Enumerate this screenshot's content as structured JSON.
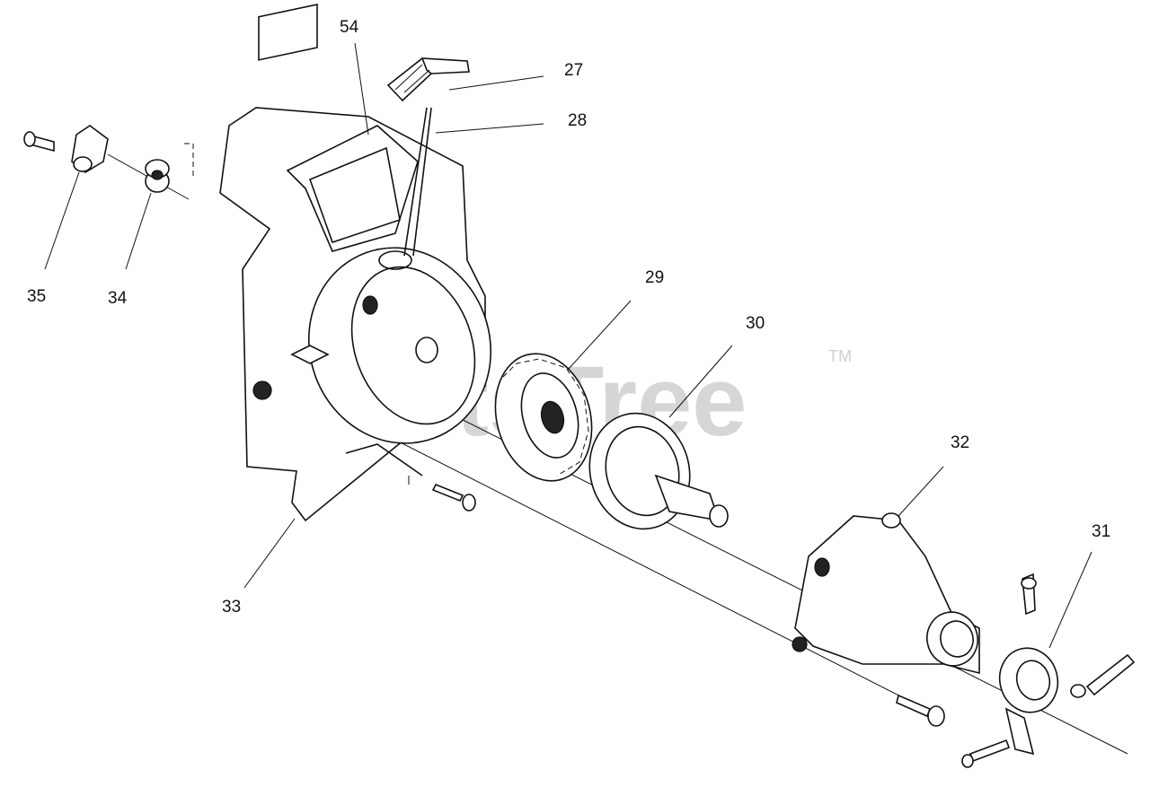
{
  "watermark": {
    "text": "PartsTree",
    "trademark": "TM"
  },
  "labels": [
    {
      "id": "54",
      "text": "54"
    },
    {
      "id": "27",
      "text": "27"
    },
    {
      "id": "28",
      "text": "28"
    },
    {
      "id": "35",
      "text": "35"
    },
    {
      "id": "34",
      "text": "34"
    },
    {
      "id": "29",
      "text": "29"
    },
    {
      "id": "30",
      "text": "30"
    },
    {
      "id": "32",
      "text": "32"
    },
    {
      "id": "31",
      "text": "31"
    },
    {
      "id": "33",
      "text": "33"
    }
  ]
}
